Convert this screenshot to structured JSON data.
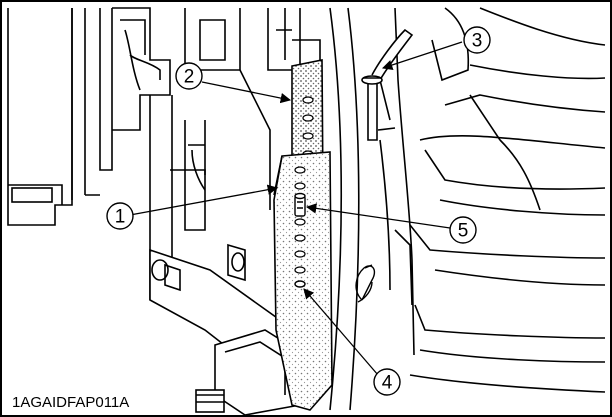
{
  "figure": {
    "caption_code": "1AGAIDFAP011A",
    "callouts": [
      {
        "id": "1",
        "label": "1"
      },
      {
        "id": "2",
        "label": "2"
      },
      {
        "id": "3",
        "label": "3"
      },
      {
        "id": "4",
        "label": "4"
      },
      {
        "id": "5",
        "label": "5"
      }
    ]
  }
}
